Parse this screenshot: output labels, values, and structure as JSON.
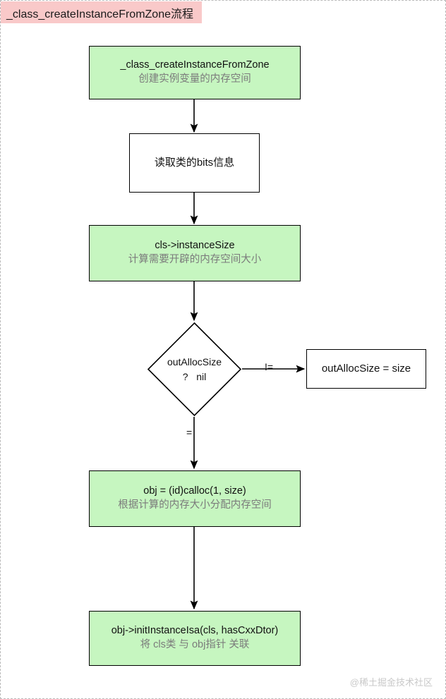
{
  "title": {
    "text": "_class_createInstanceFromZone流程",
    "background_color": "#f9c9c9"
  },
  "colors": {
    "node_green": "#c6f6c0",
    "node_white": "#ffffff",
    "border": "#000000",
    "subtitle_text": "#7b7b7b",
    "watermark_text": "#c9c9c9"
  },
  "chart_data": {
    "type": "diagram",
    "title": "_class_createInstanceFromZone流程",
    "nodes": [
      {
        "id": "n1",
        "shape": "rect",
        "fill": "#c6f6c0",
        "main": "_class_createInstanceFromZone",
        "sub": "创建实例变量的内存空间"
      },
      {
        "id": "n2",
        "shape": "rect",
        "fill": "#ffffff",
        "main": "读取类的bits信息",
        "sub": ""
      },
      {
        "id": "n3",
        "shape": "rect",
        "fill": "#c6f6c0",
        "main": "cls->instanceSize",
        "sub": "计算需要开辟的内存空间大小"
      },
      {
        "id": "n4",
        "shape": "diamond",
        "fill": "#ffffff",
        "main": "outAllocSize",
        "sub": "?   nil"
      },
      {
        "id": "n5",
        "shape": "rect",
        "fill": "#ffffff",
        "main": "outAllocSize = size",
        "sub": ""
      },
      {
        "id": "n6",
        "shape": "rect",
        "fill": "#c6f6c0",
        "main": "obj = (id)calloc(1, size)",
        "sub": "根据计算的内存大小分配内存空间"
      },
      {
        "id": "n7",
        "shape": "rect",
        "fill": "#c6f6c0",
        "main": "obj->initInstanceIsa(cls, hasCxxDtor)",
        "sub": "将 cls类 与 obj指针 关联"
      }
    ],
    "edges": [
      {
        "from": "n1",
        "to": "n2",
        "label": ""
      },
      {
        "from": "n2",
        "to": "n3",
        "label": ""
      },
      {
        "from": "n3",
        "to": "n4",
        "label": ""
      },
      {
        "from": "n4",
        "to": "n5",
        "label": "!="
      },
      {
        "from": "n4",
        "to": "n6",
        "label": "="
      },
      {
        "from": "n6",
        "to": "n7",
        "label": ""
      }
    ]
  },
  "edge_labels": {
    "not_equal": "!=",
    "equal": "="
  },
  "watermark": "@稀土掘金技术社区"
}
